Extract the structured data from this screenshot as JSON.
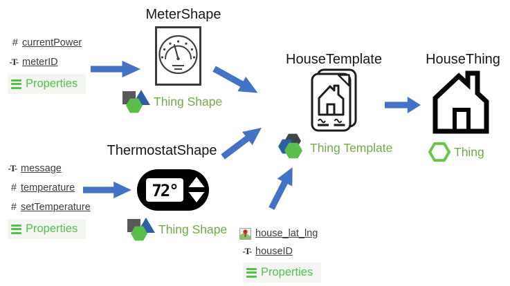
{
  "diagram": {
    "nodes": {
      "meter_shape": {
        "title": "MeterShape",
        "badge": "Thing Shape"
      },
      "thermostat_shape": {
        "title": "ThermostatShape",
        "badge": "Thing Shape",
        "display_value": "72°"
      },
      "house_template": {
        "title": "HouseTemplate",
        "badge": "Thing Template"
      },
      "house_thing": {
        "title": "HouseThing",
        "badge": "Thing"
      }
    },
    "property_groups": {
      "meter": {
        "label": "Properties",
        "items": [
          {
            "name": "currentPower",
            "type": "number"
          },
          {
            "name": "meterID",
            "type": "string"
          }
        ]
      },
      "thermostat": {
        "label": "Properties",
        "items": [
          {
            "name": "message",
            "type": "string"
          },
          {
            "name": "temperature",
            "type": "number"
          },
          {
            "name": "setTemperature",
            "type": "number"
          }
        ]
      },
      "house": {
        "label": "Properties",
        "items": [
          {
            "name": "house_lat_lng",
            "type": "location"
          },
          {
            "name": "houseID",
            "type": "string"
          }
        ]
      }
    },
    "icons": {
      "number_glyph": "#",
      "string_glyph": "-T-"
    },
    "colors": {
      "arrow_blue": "#4472C4",
      "badge_green": "#6FAC44",
      "properties_green": "#53C04B",
      "hex_green": "#5CBE4A",
      "hex_blue": "#2E5FA3",
      "shape_gray": "#595959",
      "ink": "#1A1A1A"
    }
  }
}
